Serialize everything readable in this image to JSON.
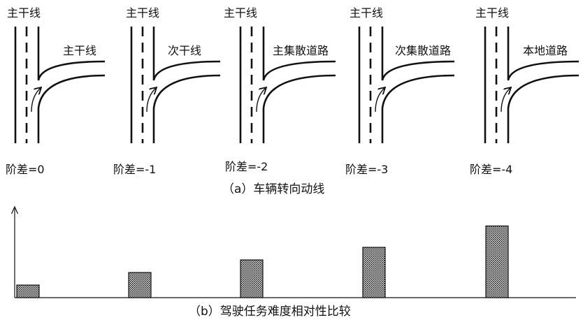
{
  "panels": [
    {
      "top_label": "主干线",
      "branch_label": "主干线",
      "order_diff": "阶差=0"
    },
    {
      "top_label": "主干线",
      "branch_label": "次干线",
      "order_diff": "阶差=-1"
    },
    {
      "top_label": "主干线",
      "branch_label": "主集散道路",
      "order_diff": "阶差=-2"
    },
    {
      "top_label": "主干线",
      "branch_label": "次集散道路",
      "order_diff": "阶差=-3"
    },
    {
      "top_label": "主干线",
      "branch_label": "本地道路",
      "order_diff": "阶差=-4"
    }
  ],
  "caption_a": "（a）车辆转向动线",
  "caption_b": "（b）驾驶任务难度相对性比较",
  "chart_data": {
    "type": "bar",
    "categories": [
      "阶差=0",
      "阶差=-1",
      "阶差=-2",
      "阶差=-3",
      "阶差=-4"
    ],
    "values": [
      1,
      2,
      3,
      4,
      5.7
    ],
    "ylim": [
      0,
      7
    ]
  },
  "colors": {
    "ink": "#111111",
    "bar_fill": "#555555",
    "background": "#ffffff"
  }
}
